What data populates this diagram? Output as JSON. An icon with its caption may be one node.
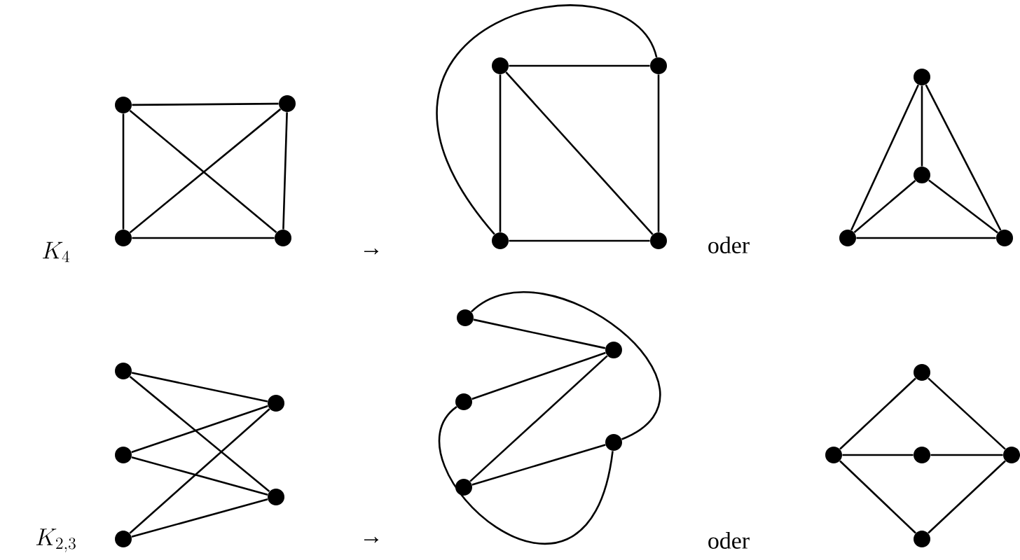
{
  "diagram": {
    "nodes": [
      {
        "text": [],
        "shape": "circle"
      },
      {
        "text": [],
        "shape": "circle"
      },
      {
        "text": [],
        "shape": "circle"
      },
      {
        "text": [],
        "shape": "circle"
      },
      {
        "text": [],
        "shape": "circle"
      },
      {
        "text": [],
        "shape": "circle"
      },
      {
        "text": [],
        "shape": "circle"
      },
      {
        "text": [],
        "shape": "circle"
      },
      {
        "text": [],
        "shape": "circle"
      },
      {
        "text": [],
        "shape": "circle"
      },
      {
        "text": [],
        "shape": "circle"
      },
      {
        "text": [],
        "shape": "circle"
      },
      {
        "text": [],
        "shape": "circle"
      },
      {
        "text": [],
        "shape": "circle"
      },
      {
        "text": [],
        "shape": "circle"
      },
      {
        "text": [],
        "shape": "circle"
      },
      {
        "text": [],
        "shape": "circle"
      },
      {
        "text": [],
        "shape": "circle"
      },
      {
        "text": [],
        "shape": "circle"
      },
      {
        "text": [],
        "shape": "circle"
      },
      {
        "text": [],
        "shape": "circle"
      },
      {
        "text": [],
        "shape": "circle"
      },
      {
        "text": [],
        "shape": "circle"
      },
      {
        "text": [],
        "shape": "circle"
      },
      {
        "text": [],
        "shape": "circle"
      },
      {
        "text": [],
        "shape": "circle"
      },
      {
        "text": [],
        "shape": "circle"
      }
    ],
    "edges": [
      {
        "from": 0,
        "to": 1,
        "arrow": "none"
      },
      {
        "from": 0,
        "to": 2,
        "arrow": "none"
      },
      {
        "from": 1,
        "to": 3,
        "arrow": "none"
      },
      {
        "from": 2,
        "to": 3,
        "arrow": "none"
      },
      {
        "from": 0,
        "to": 3,
        "arrow": "none"
      },
      {
        "from": 1,
        "to": 2,
        "arrow": "none"
      },
      {
        "from": 4,
        "to": 5,
        "arrow": "none"
      },
      {
        "from": 4,
        "to": 6,
        "arrow": "none"
      },
      {
        "from": 5,
        "to": 7,
        "arrow": "none"
      },
      {
        "from": 6,
        "to": 7,
        "arrow": "none"
      },
      {
        "from": 4,
        "to": 7,
        "arrow": "none"
      },
      {
        "from": 5,
        "to": 6,
        "arrow": "none"
      },
      {
        "from": 8,
        "to": 9,
        "arrow": "none"
      },
      {
        "from": 8,
        "to": 10,
        "arrow": "none"
      },
      {
        "from": 8,
        "to": 11,
        "arrow": "none"
      },
      {
        "from": 9,
        "to": 10,
        "arrow": "none"
      },
      {
        "from": 9,
        "to": 11,
        "arrow": "none"
      },
      {
        "from": 10,
        "to": 11,
        "arrow": "none"
      },
      {
        "from": 12,
        "to": 15,
        "arrow": "none"
      },
      {
        "from": 12,
        "to": 16,
        "arrow": "none"
      },
      {
        "from": 13,
        "to": 15,
        "arrow": "none"
      },
      {
        "from": 13,
        "to": 16,
        "arrow": "none"
      },
      {
        "from": 14,
        "to": 15,
        "arrow": "none"
      },
      {
        "from": 14,
        "to": 16,
        "arrow": "none"
      },
      {
        "from": 17,
        "to": 20,
        "arrow": "none"
      },
      {
        "from": 18,
        "to": 20,
        "arrow": "none"
      },
      {
        "from": 19,
        "to": 20,
        "arrow": "none"
      },
      {
        "from": 19,
        "to": 21,
        "arrow": "none"
      },
      {
        "from": 17,
        "to": 21,
        "arrow": "none"
      },
      {
        "from": 18,
        "to": 21,
        "arrow": "none"
      },
      {
        "from": 22,
        "to": 23,
        "arrow": "none"
      },
      {
        "from": 22,
        "to": 25,
        "arrow": "none"
      },
      {
        "from": 23,
        "to": 24,
        "arrow": "none"
      },
      {
        "from": 24,
        "to": 25,
        "arrow": "none"
      },
      {
        "from": 23,
        "to": 26,
        "arrow": "none"
      },
      {
        "from": 25,
        "to": 26,
        "arrow": "none"
      }
    ],
    "labels": [
      "K_4",
      "→",
      "oder",
      "K_{2,3}",
      "→",
      "oder"
    ]
  }
}
